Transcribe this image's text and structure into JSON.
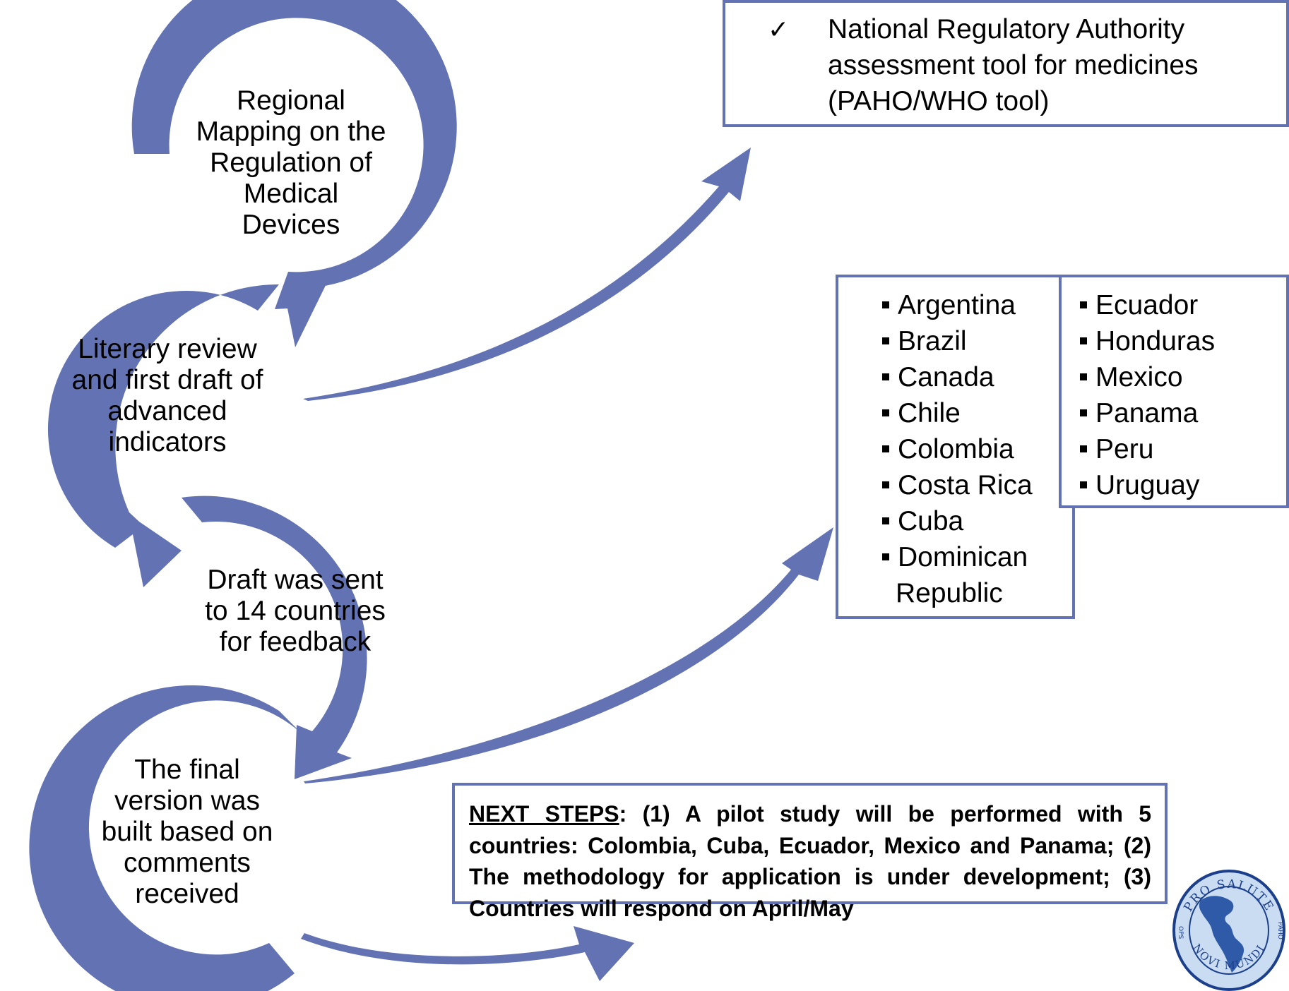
{
  "steps": [
    {
      "lines": [
        "Regional",
        "Mapping on the",
        "Regulation of",
        "Medical",
        "Devices"
      ]
    },
    {
      "lines": [
        "Literary review",
        "and first draft of",
        "advanced",
        "indicators"
      ]
    },
    {
      "lines": [
        "Draft was sent",
        "to 14 countries",
        "for feedback"
      ]
    },
    {
      "lines": [
        "The final",
        "version was",
        "built based on",
        "comments",
        "received"
      ]
    }
  ],
  "tool_box": {
    "check": "✓",
    "text_lines": [
      "National Regulatory Authority",
      "assessment tool for medicines",
      "(PAHO/WHO tool)"
    ]
  },
  "countries_left": [
    "Argentina",
    "Brazil",
    "Canada",
    "Chile",
    "Colombia",
    "Costa Rica",
    "Cuba",
    "Dominican"
  ],
  "countries_left_continuation": "Republic",
  "countries_right": [
    "Ecuador",
    "Honduras",
    "Mexico",
    "Panama",
    "Peru",
    "Uruguay"
  ],
  "next_steps": {
    "heading": "NEXT STEPS",
    "text": ": (1) A pilot study will be performed with 5 countries: Colombia, Cuba, Ecuador, Mexico and Panama; (2) The methodology for application is under development; (3) Countries will respond on April/May"
  },
  "seal": {
    "top_text": "PRO SALUTE",
    "bottom_text": "NOVI MUNDI",
    "left_text": "OPS",
    "right_text": "PAHO"
  },
  "colors": {
    "arrow": "#6272b2",
    "box_border": "#6272b2",
    "seal_fill": "#c9dcf2",
    "seal_ring": "#1c3f8c",
    "seal_continent": "#2f5aa8"
  }
}
